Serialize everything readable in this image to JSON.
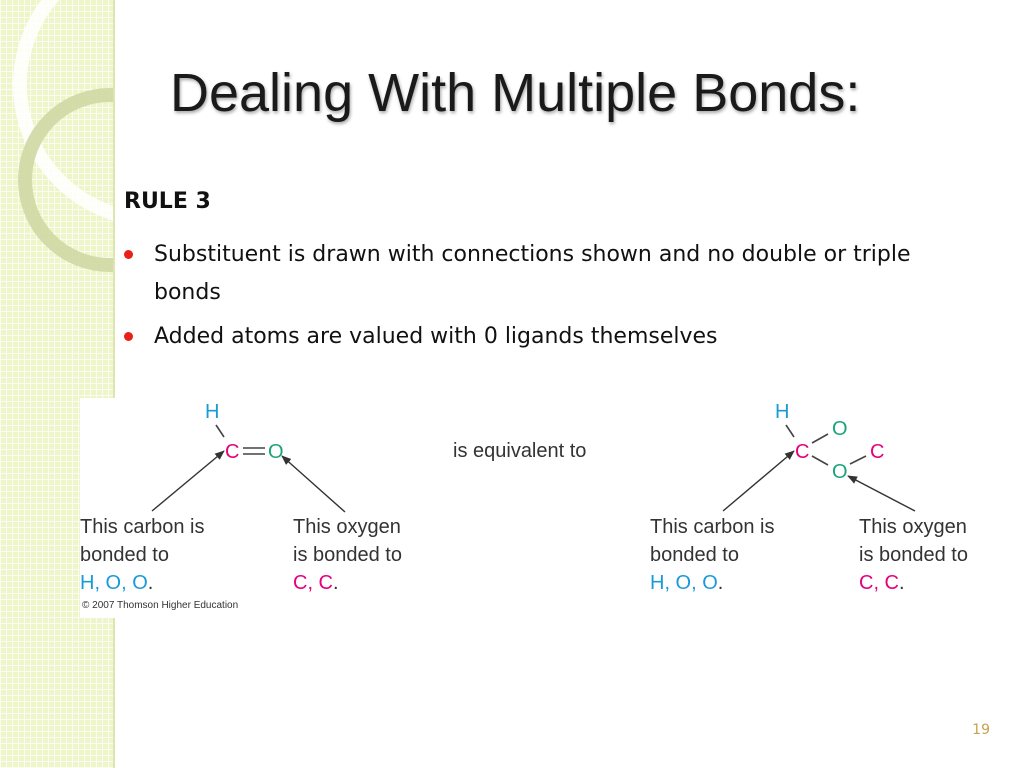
{
  "slide": {
    "title": "Dealing With Multiple Bonds:",
    "rule_label": "RULE 3",
    "bullets": [
      "Substituent is drawn with connections shown and no double or triple bonds",
      "Added atoms are valued with 0 ligands themselves"
    ],
    "page_number": "19"
  },
  "figure": {
    "equivalence_text": "is equivalent to",
    "copyright": "© 2007 Thomson Higher Education",
    "left": {
      "atoms": {
        "h": "H",
        "c": "C",
        "o": "O"
      },
      "carbon_note": {
        "line1": "This carbon is",
        "line2": "bonded to",
        "values": "H, O, O",
        "end": "."
      },
      "oxygen_note": {
        "line1": "This oxygen",
        "line2": "is bonded to",
        "values": "C, C",
        "end": "."
      }
    },
    "right": {
      "atoms": {
        "h": "H",
        "c": "C",
        "o_top": "O",
        "o_bottom": "O",
        "c_right": "C"
      },
      "carbon_note": {
        "line1": "This carbon is",
        "line2": "bonded to",
        "values": "H, O, O",
        "end": "."
      },
      "oxygen_note": {
        "line1": "This oxygen",
        "line2": "is bonded to",
        "values": "C, C",
        "end": "."
      }
    },
    "colors": {
      "hydrogen": "#1a9bd7",
      "carbon": "#e6007e",
      "oxygen": "#1aa47a",
      "bond": "#444444",
      "arrow": "#333333"
    }
  }
}
